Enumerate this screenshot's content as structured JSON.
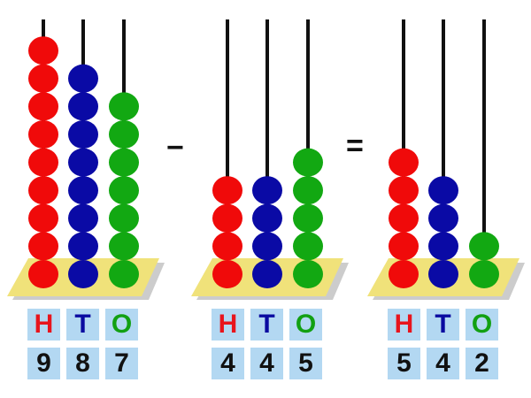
{
  "equation": {
    "operator": "−",
    "equals": "="
  },
  "place_labels": [
    {
      "label": "H",
      "color": "#e8141c"
    },
    {
      "label": "T",
      "color": "#0a0aa0"
    },
    {
      "label": "O",
      "color": "#12a012"
    }
  ],
  "bead_colors": [
    "#f00a0a",
    "#0a0aa5",
    "#12a812"
  ],
  "abacuses": [
    {
      "name": "minuend",
      "digits": [
        "9",
        "8",
        "7"
      ],
      "beads": [
        9,
        8,
        7
      ]
    },
    {
      "name": "subtrahend",
      "digits": [
        "4",
        "4",
        "5"
      ],
      "beads": [
        4,
        4,
        5
      ]
    },
    {
      "name": "difference",
      "digits": [
        "5",
        "4",
        "2"
      ],
      "beads": [
        5,
        4,
        2
      ]
    }
  ]
}
